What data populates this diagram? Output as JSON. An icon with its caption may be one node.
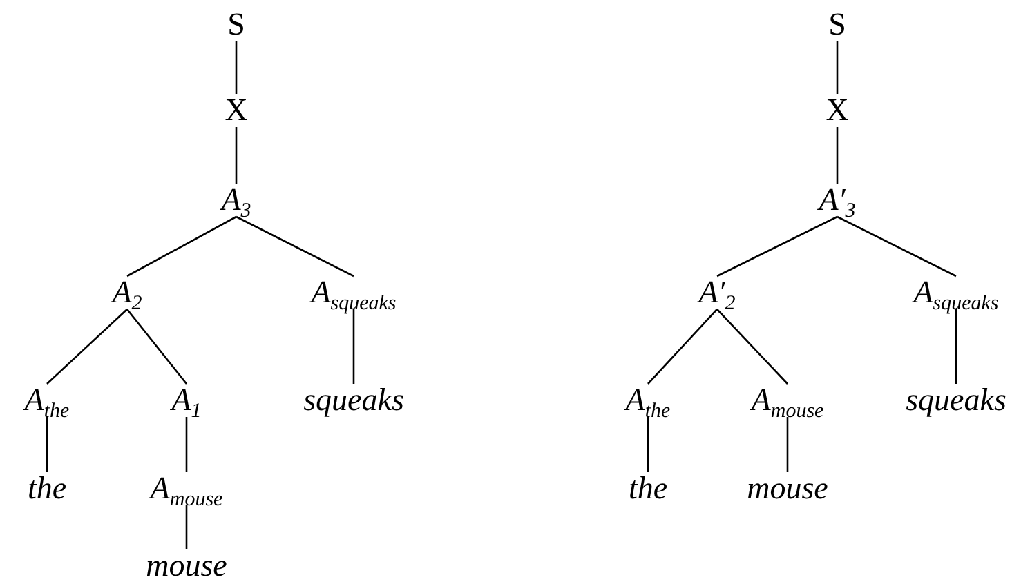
{
  "diagram": {
    "nodes": [
      {
        "text": [
          "S"
        ]
      },
      {
        "text": [
          "X"
        ]
      },
      {
        "text": [
          "A$_{3}$"
        ]
      },
      {
        "text": [
          "A$_{2}$"
        ]
      },
      {
        "text": [
          "A$_{squeaks}$"
        ]
      },
      {
        "text": [
          "A$_{the}$"
        ]
      },
      {
        "text": [
          "A$_{1}$"
        ]
      },
      {
        "text": [
          "squeaks"
        ]
      },
      {
        "text": [
          "the"
        ]
      },
      {
        "text": [
          "A$_{mouse}$"
        ]
      },
      {
        "text": [
          "mouse"
        ]
      },
      {
        "text": [
          "S"
        ]
      },
      {
        "text": [
          "X"
        ]
      },
      {
        "text": [
          "A′$_{3}$"
        ]
      },
      {
        "text": [
          "A′$_{2}$"
        ]
      },
      {
        "text": [
          "A$_{squeaks}$"
        ]
      },
      {
        "text": [
          "A$_{the}$"
        ]
      },
      {
        "text": [
          "A$_{mouse}$"
        ]
      },
      {
        "text": [
          "squeaks"
        ]
      },
      {
        "text": [
          "the"
        ]
      },
      {
        "text": [
          "mouse"
        ]
      }
    ],
    "edges": [
      {
        "from": 0,
        "to": 1,
        "arrow": "none"
      },
      {
        "from": 1,
        "to": 2,
        "arrow": "none"
      },
      {
        "from": 2,
        "to": 3,
        "arrow": "none"
      },
      {
        "from": 2,
        "to": 4,
        "arrow": "none"
      },
      {
        "from": 3,
        "to": 5,
        "arrow": "none"
      },
      {
        "from": 3,
        "to": 6,
        "arrow": "none"
      },
      {
        "from": 4,
        "to": 7,
        "arrow": "none"
      },
      {
        "from": 5,
        "to": 8,
        "arrow": "none"
      },
      {
        "from": 6,
        "to": 9,
        "arrow": "none"
      },
      {
        "from": 9,
        "to": 10,
        "arrow": "none"
      },
      {
        "from": 11,
        "to": 12,
        "arrow": "none"
      },
      {
        "from": 12,
        "to": 13,
        "arrow": "none"
      },
      {
        "from": 13,
        "to": 14,
        "arrow": "none"
      },
      {
        "from": 13,
        "to": 15,
        "arrow": "none"
      },
      {
        "from": 14,
        "to": 16,
        "arrow": "none"
      },
      {
        "from": 14,
        "to": 17,
        "arrow": "none"
      },
      {
        "from": 15,
        "to": 18,
        "arrow": "none"
      },
      {
        "from": 16,
        "to": 19,
        "arrow": "none"
      },
      {
        "from": 17,
        "to": 20,
        "arrow": "none"
      }
    ]
  }
}
